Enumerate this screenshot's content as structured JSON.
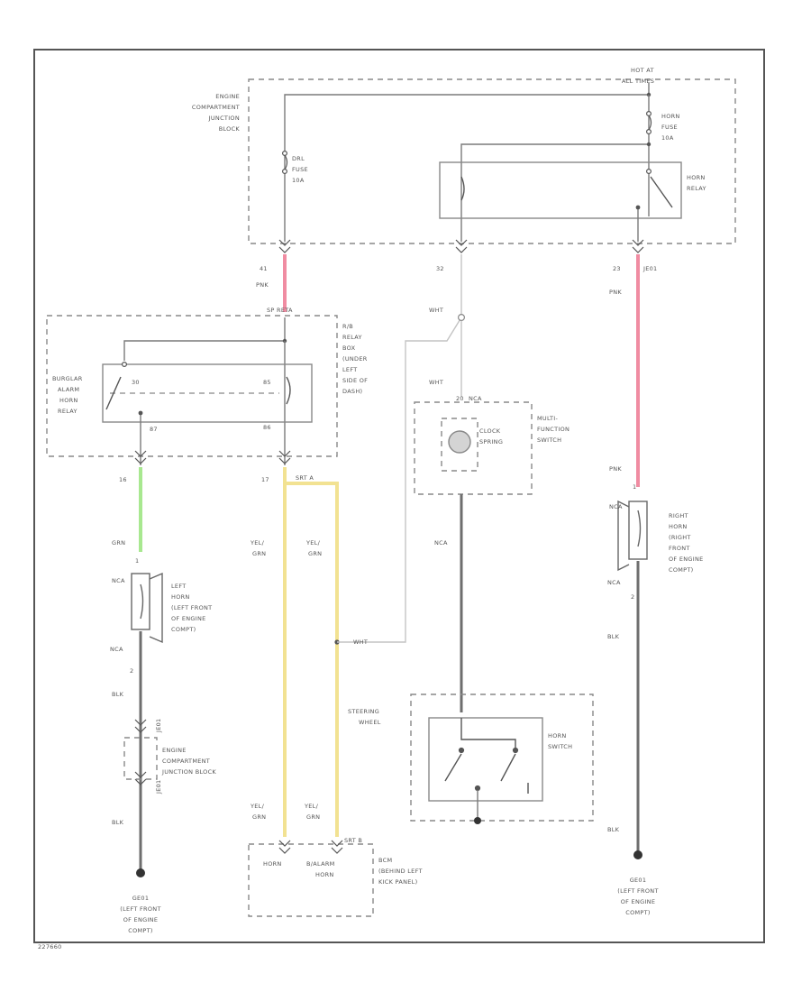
{
  "diagram_id": "227660",
  "colors": {
    "pink": "#f08ca2",
    "green": "#a8e890",
    "yellow": "#f2e292",
    "dark": "#6e6e6e",
    "light": "#c8c8c8"
  },
  "ecjb": {
    "label": [
      "ENGINE",
      "COMPARTMENT",
      "JUNCTION",
      "BLOCK"
    ],
    "hot": [
      "HOT AT",
      "ALL TIMES"
    ]
  },
  "fuses": {
    "drl": [
      "DRL",
      "FUSE",
      "10A"
    ],
    "horn": [
      "HORN",
      "FUSE",
      "10A"
    ]
  },
  "horn_relay": [
    "HORN",
    "RELAY"
  ],
  "pins": {
    "p41": "41",
    "p32": "32",
    "p23": "23",
    "p20": "20",
    "p30": "30",
    "p87": "87",
    "p85": "85",
    "p86": "86",
    "p16": "16",
    "p17": "17",
    "c1": "1",
    "c2": "2",
    "c1b": "1",
    "c2b": "2"
  },
  "connectors": {
    "j1": "JE01",
    "j2": "JE01",
    "j3": "JE01",
    "spt": "SP RETA",
    "spt2": "SRT A",
    "sp_bot": "SRT B"
  },
  "wires": {
    "pnk1": "PNK",
    "pnk2": "PNK",
    "pnk3": "PNK",
    "wht1": "WHT",
    "wht2": "WHT",
    "wht3": "WHT",
    "grn": "GRN",
    "yel1": [
      "YEL/",
      "GRN"
    ],
    "yel2": [
      "YEL/",
      "GRN"
    ],
    "yel3": [
      "YEL/",
      "GRN"
    ],
    "yel4": [
      "YEL/",
      "GRN"
    ],
    "nca1": "NCA",
    "nca2": "NCA",
    "nca3": "NCA",
    "blk1": "BLK",
    "blk2": "BLK",
    "blk3": "BLK",
    "blk4": "BLK"
  },
  "rbox": [
    "R/B",
    "RELAY",
    "BOX",
    "(UNDER",
    "LEFT",
    "SIDE OF",
    "DASH)"
  ],
  "burglar": [
    "BURGLAR",
    "ALARM",
    "HORN",
    "RELAY"
  ],
  "multi": [
    "MULTI-",
    "FUNCTION",
    "SWITCH"
  ],
  "clock": [
    "CLOCK",
    "SPRING"
  ],
  "left_horn": [
    "LEFT",
    "HORN",
    "(LEFT FRONT",
    "OF ENGINE",
    "COMPT)"
  ],
  "right_horn": [
    "RIGHT",
    "HORN",
    "(RIGHT",
    "FRONT",
    "OF ENGINE",
    "COMPT)"
  ],
  "ecjb2": [
    "ENGINE",
    "COMPARTMENT",
    "JUNCTION BLOCK"
  ],
  "steering": [
    "STEERING",
    "WHEEL"
  ],
  "horn_sw": [
    "HORN",
    "SWITCH"
  ],
  "gnd_left": [
    "GE01",
    "(LEFT FRONT",
    "OF ENGINE",
    "COMPT)"
  ],
  "gnd_right": [
    "GE01",
    "(LEFT FRONT",
    "OF ENGINE",
    "COMPT)"
  ],
  "bcm": {
    "horn": "HORN",
    "balarm": [
      "B/ALARM",
      "HORN"
    ],
    "desc": [
      "BCM",
      "(BEHIND LEFT",
      "KICK PANEL)"
    ]
  }
}
